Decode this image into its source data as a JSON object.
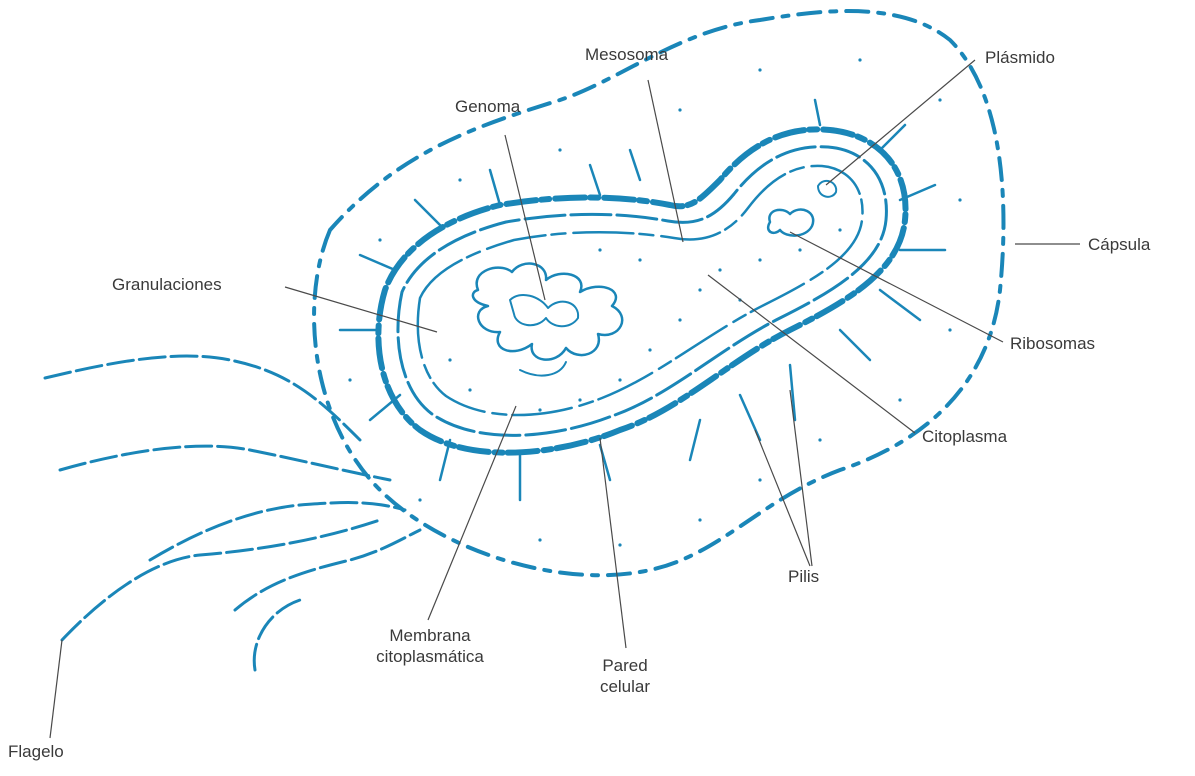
{
  "diagram": {
    "labels": {
      "mesosoma": "Mesosoma",
      "plasmido": "Plásmido",
      "genoma": "Genoma",
      "capsula": "Cápsula",
      "granulaciones": "Granulaciones",
      "ribosomas": "Ribosomas",
      "citoplasma": "Citoplasma",
      "pilis": "Pilis",
      "membrana_1": "Membrana",
      "membrana_2": "citoplasmática",
      "pared_1": "Pared",
      "pared_2": "celular",
      "flagelo": "Flagelo"
    },
    "colors": {
      "cell": "#1a86b8",
      "text": "#3a3a3a",
      "leader": "#4a4a4a"
    }
  }
}
